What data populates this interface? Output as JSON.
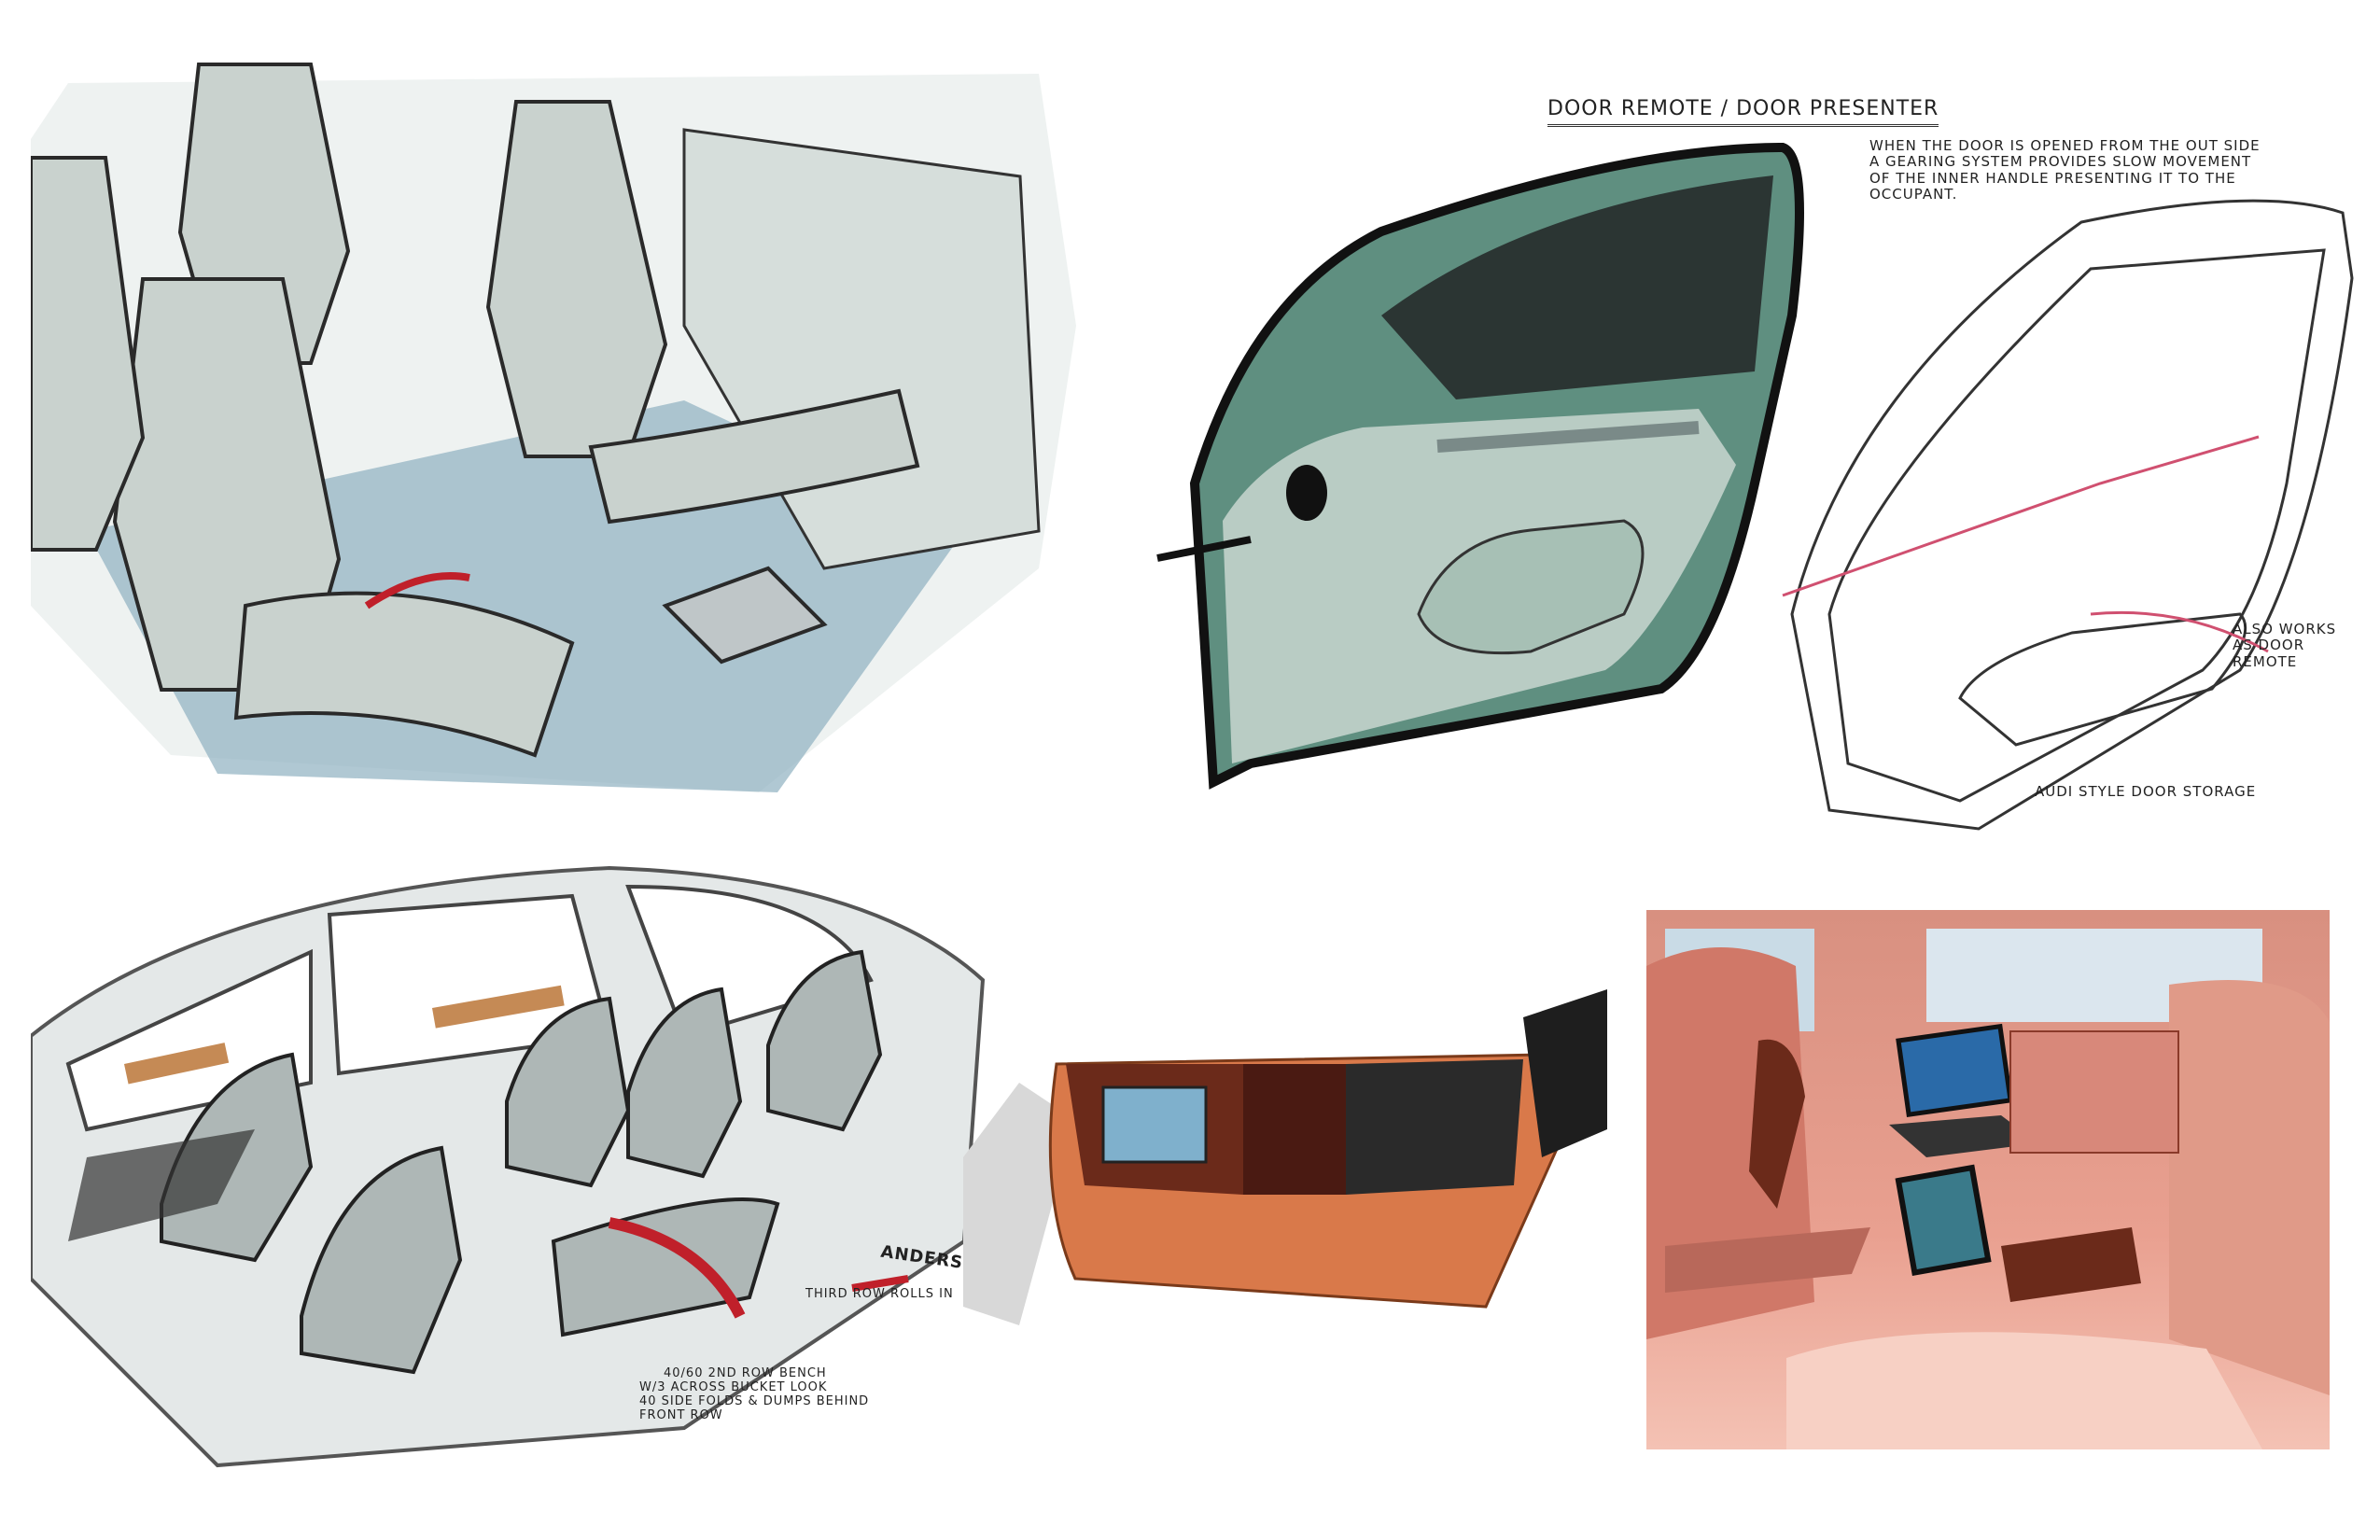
{
  "sketches": {
    "seats": {},
    "door": {
      "title": "Door Remote / Door Presenter",
      "note": "When the door is opened from the out side a gearing system provides slow movement of the inner handle presenting it to the occupant.",
      "also_works": "Also works as door remote",
      "storage": "Audi style door storage"
    },
    "van": {
      "signature": "Anderson",
      "third_row": "Third row rolls in",
      "bench_note_1": "40/60 2nd row bench",
      "bench_note_2": "w/3 across bucket look",
      "bench_note_3": "40 side folds & dumps behind",
      "bench_note_4": "front row"
    },
    "console": {},
    "limo": {}
  },
  "colors": {
    "seat_grey": "#c9d2ce",
    "door_green": "#5f8f80",
    "floor_blue": "#8fb0c0",
    "console_orange": "#d9794a",
    "wood": "#6b2a1a",
    "limo_pink": "#e9a090",
    "accent_red": "#c0202a"
  }
}
